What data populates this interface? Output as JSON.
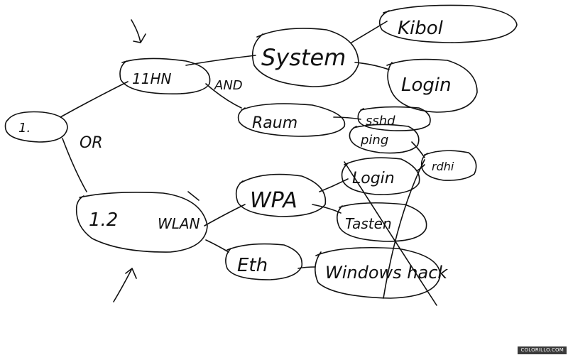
{
  "diagram": {
    "nodes": {
      "root": "1.",
      "n11hn": "11HN",
      "system": "System",
      "kibol": "Kibol",
      "login_top": "Login",
      "raum": "Raum",
      "sshd": "sshd",
      "ping": "ping",
      "rdhi": "rdhi",
      "n12": "1.2",
      "wlan": "WLAN",
      "wpa": "WPA",
      "login_mid": "Login",
      "tasten": "Tasten",
      "eth": "Eth",
      "windows_hack": "Windows hack"
    },
    "labels": {
      "and": "AND",
      "or": "OR"
    }
  },
  "watermark": "COLORILLO.COM"
}
